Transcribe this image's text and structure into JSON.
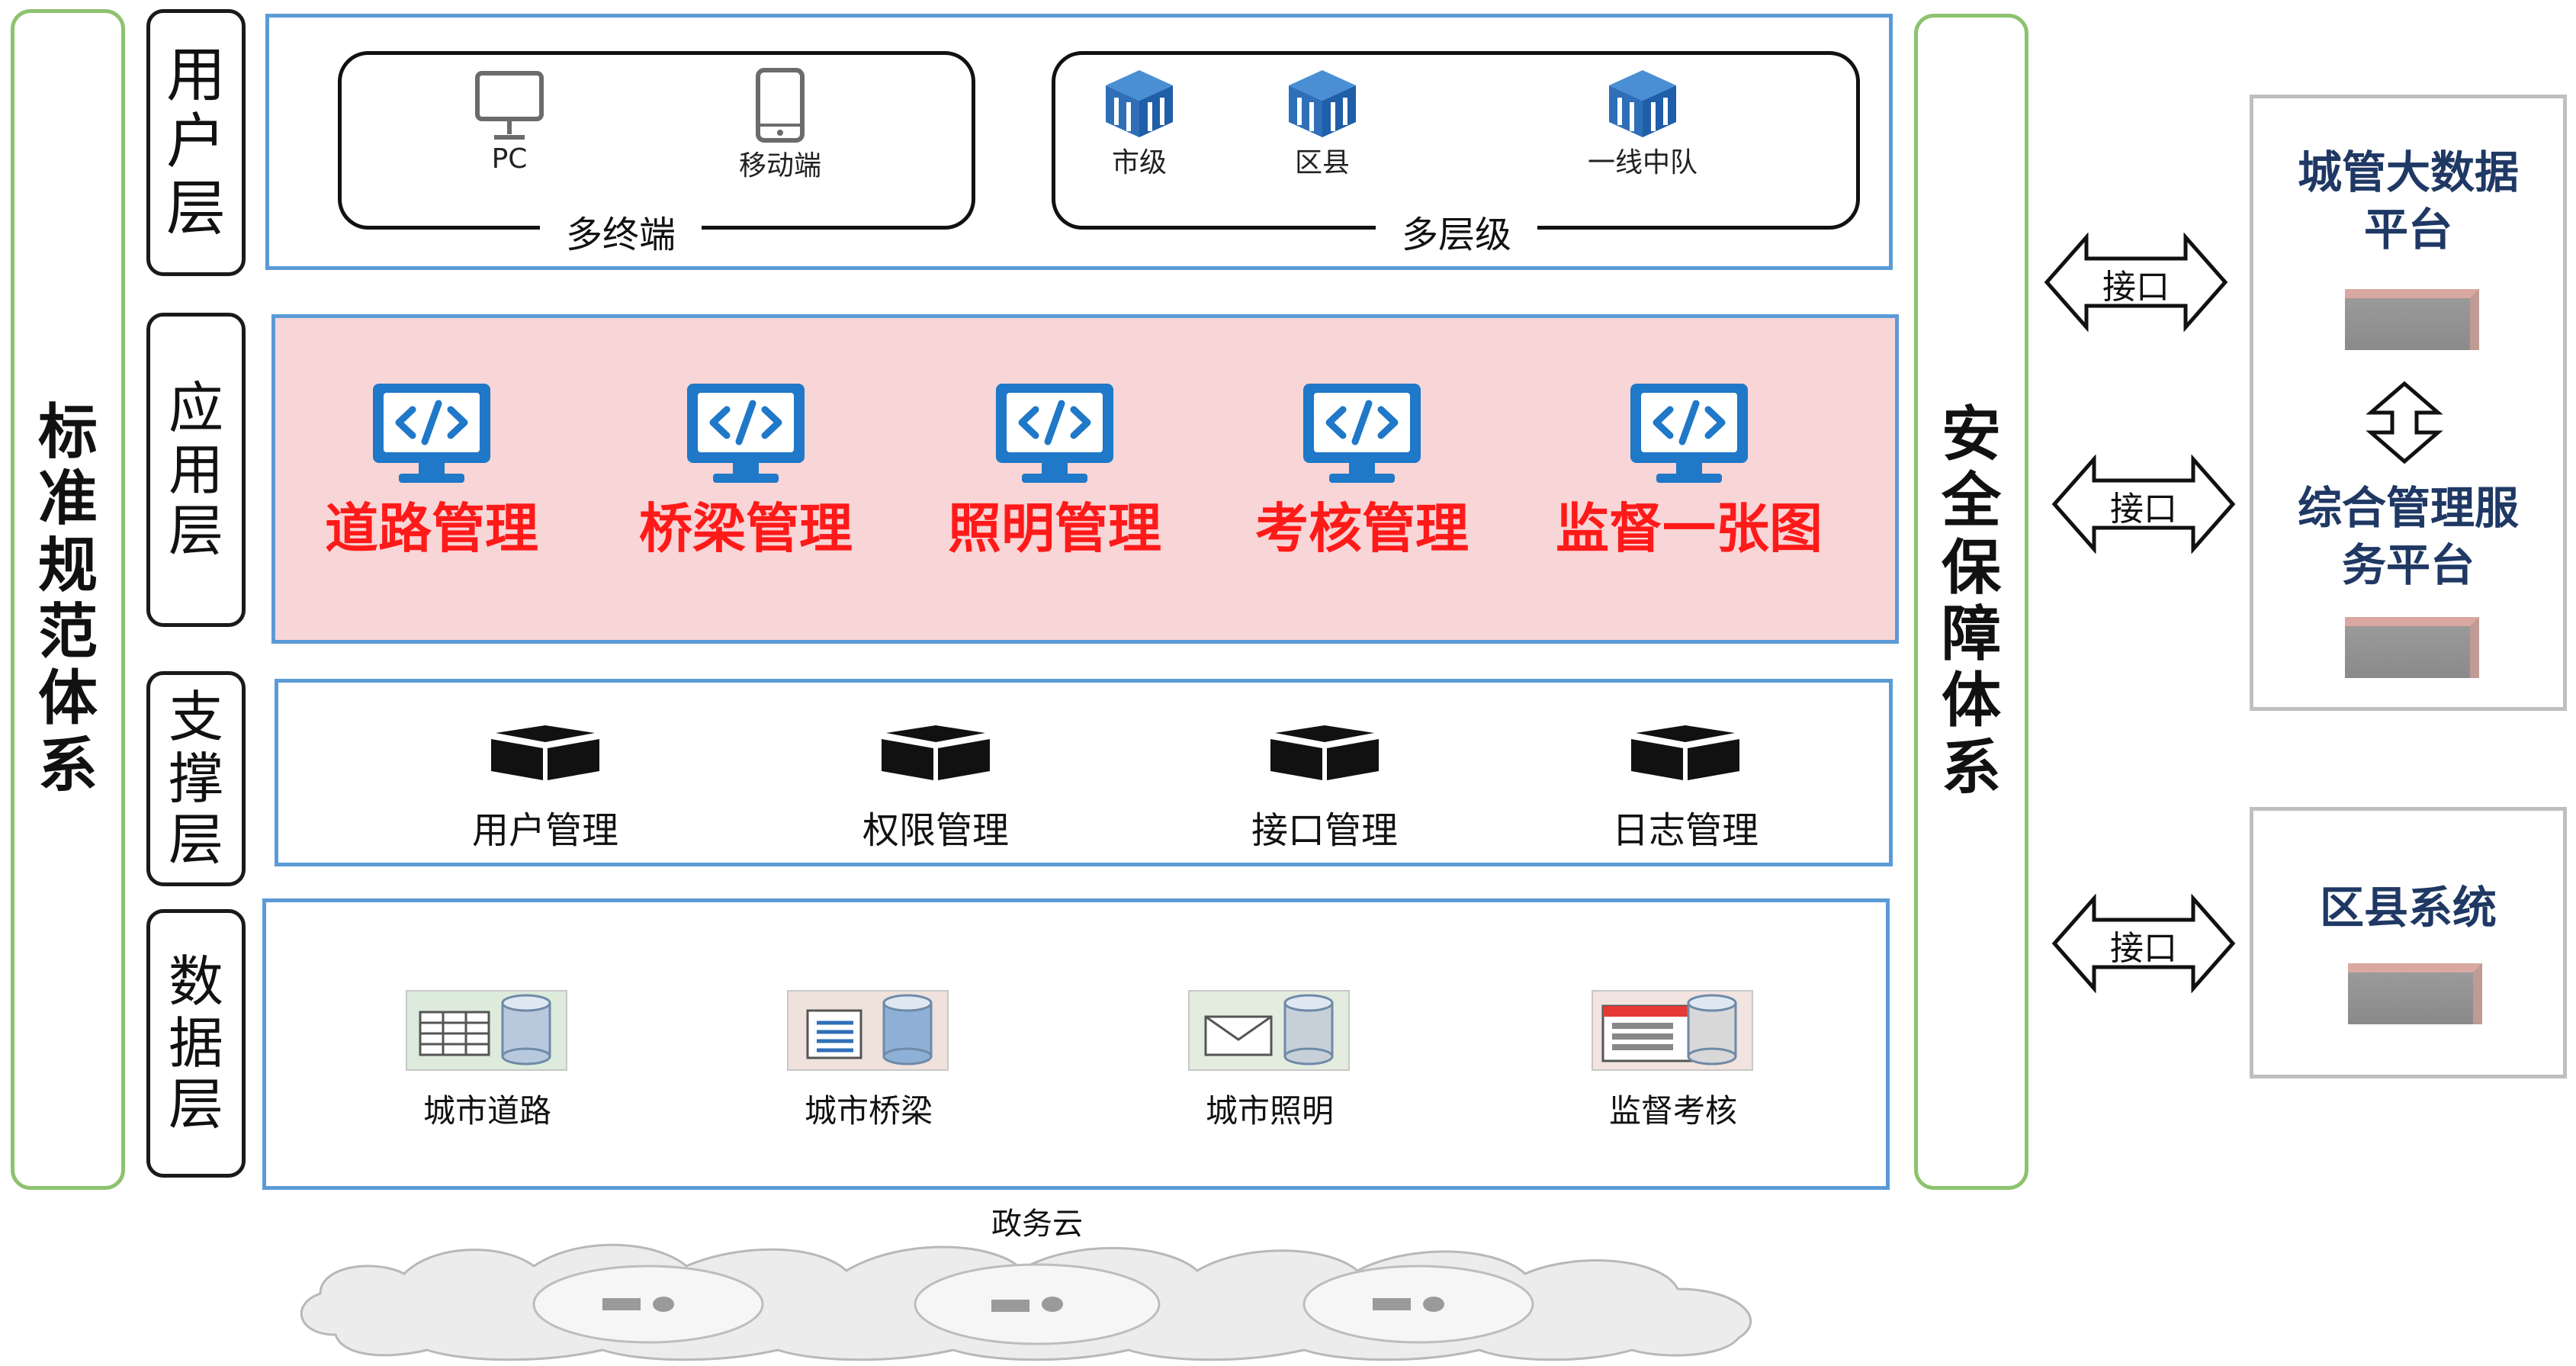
{
  "left_pillar": "标准规范体系",
  "right_pillar": "安全保障体系",
  "layers": {
    "user": {
      "label": "用户层",
      "terminals": {
        "title": "多终端",
        "items": [
          {
            "label": "PC",
            "icon": "monitor-icon"
          },
          {
            "label": "移动端",
            "icon": "mobile-phone-icon"
          }
        ]
      },
      "levels": {
        "title": "多层级",
        "items": [
          {
            "label": "市级",
            "icon": "building-cube-icon"
          },
          {
            "label": "区县",
            "icon": "building-cube-icon"
          },
          {
            "label": "一线中队",
            "icon": "building-cube-icon"
          }
        ]
      }
    },
    "application": {
      "label": "应用层",
      "items": [
        "道路管理",
        "桥梁管理",
        "照明管理",
        "考核管理",
        "监督一张图"
      ]
    },
    "support": {
      "label": "支撑层",
      "items": [
        "用户管理",
        "权限管理",
        "接口管理",
        "日志管理"
      ]
    },
    "data": {
      "label": "数据层",
      "items": [
        "城市道路",
        "城市桥梁",
        "城市照明",
        "监督考核"
      ]
    }
  },
  "cloud": {
    "label": "政务云"
  },
  "external": {
    "interface_label": "接口",
    "platform1": "城管大数据平台",
    "platform1_lines": [
      "城管大数据",
      "平台"
    ],
    "platform2": "综合管理服务平台",
    "platform2_lines": [
      "综合管理服",
      "务平台"
    ],
    "district": "区县系统"
  },
  "colors": {
    "panel_border": "#5b9bd5",
    "pillar_border": "#8dc26f",
    "app_background": "#f8d5d6",
    "app_text": "#ff1a1a",
    "app_icon": "#1f78c8",
    "external_title": "#1f3864"
  }
}
